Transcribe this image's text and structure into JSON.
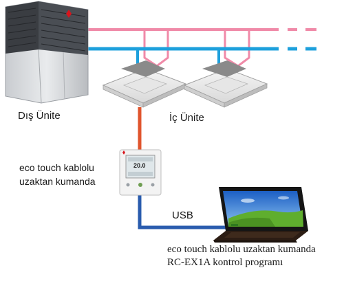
{
  "labels": {
    "outdoor_unit": "Dış Ünite",
    "indoor_unit": "İç Ünite",
    "controller_line1": "eco touch kablolu",
    "controller_line2": "uzaktan kumanda",
    "usb": "USB",
    "software_line1": "eco touch kablolu uzaktan kumanda",
    "software_line2": "RC-EX1A kontrol programı"
  },
  "remote_display": {
    "temperature": "20.0"
  },
  "colors": {
    "gas_pipe": "#f08aa8",
    "liquid_pipe": "#1ea0dc",
    "power_cable": "#e0552e",
    "usb_cable": "#2a5cae",
    "desktop_sky": "#2f7fd6",
    "desktop_grass": "#5fae2e"
  },
  "icons": [
    "outdoor-unit-icon",
    "cassette-indoor-unit-icon",
    "remote-controller-icon",
    "laptop-icon"
  ]
}
